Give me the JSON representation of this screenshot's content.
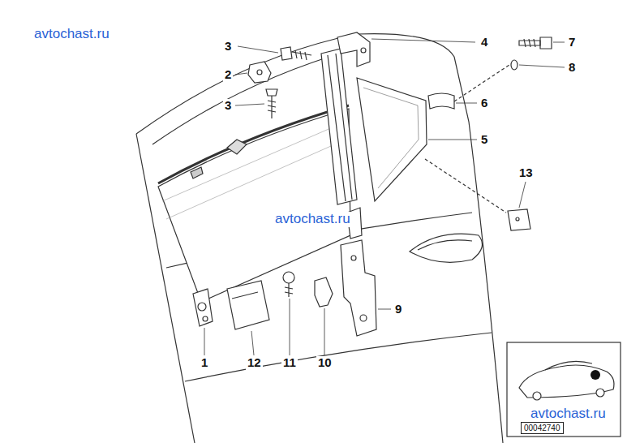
{
  "diagram": {
    "labels": [
      "avtochast.ru",
      "3",
      "4",
      "7",
      "2",
      "8",
      "3",
      "6",
      "5",
      "13",
      "avtochast.ru",
      "9",
      "1",
      "12",
      "11",
      "10",
      "avtochast.ru",
      "00042740"
    ]
  }
}
